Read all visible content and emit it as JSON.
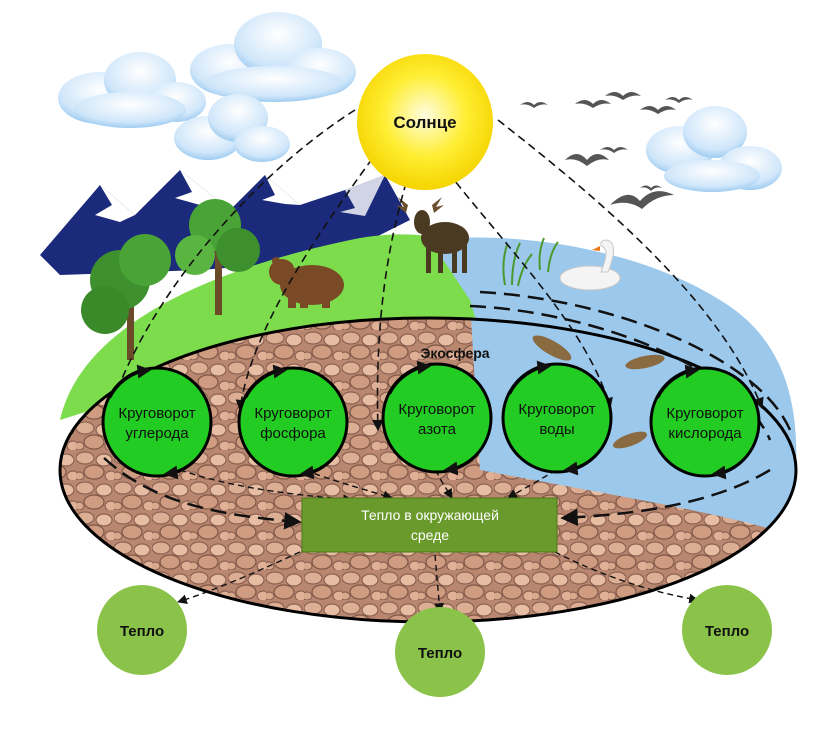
{
  "diagram": {
    "sun": {
      "label": "Солнце"
    },
    "ecosphere": {
      "label": "Экосфера"
    },
    "cycles": [
      {
        "line1": "Круговорот",
        "line2": "углерода"
      },
      {
        "line1": "Круговорот",
        "line2": "фосфора"
      },
      {
        "line1": "Круговорот",
        "line2": "азота"
      },
      {
        "line1": "Круговорот",
        "line2": "воды"
      },
      {
        "line1": "Круговорот",
        "line2": "кислорода"
      }
    ],
    "heat_environment": {
      "line1": "Тепло в окружающей",
      "line2": "среде"
    },
    "heat_outputs": [
      {
        "label": "Тепло"
      },
      {
        "label": "Тепло"
      },
      {
        "label": "Тепло"
      }
    ]
  },
  "colors": {
    "sun": "#ffe600",
    "cycle_green": "#22cc22",
    "heat_box": "#6a9a2c",
    "heat_circles": "#8bc34a",
    "water": "#9cc8ec",
    "soil": "#c9957a",
    "grass": "#7cdc4c",
    "cloud": "#a7d3f5"
  }
}
